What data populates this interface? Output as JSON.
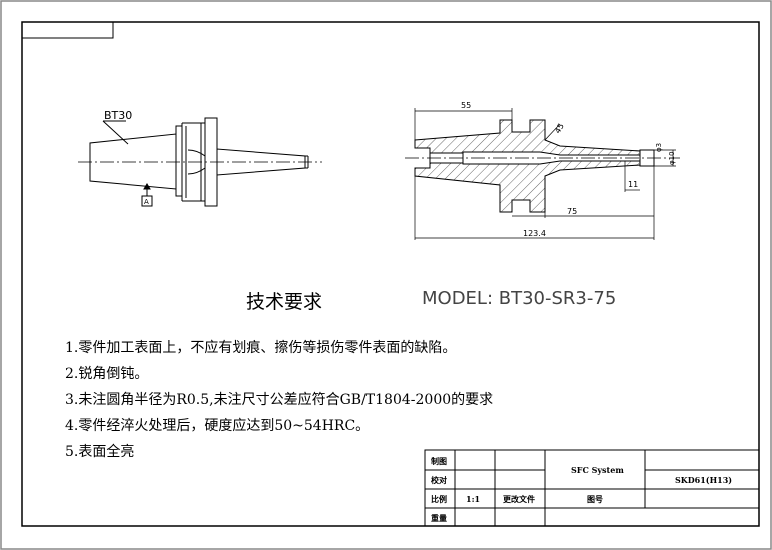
{
  "left_view": {
    "taper_label": "BT30",
    "datum_label": "A"
  },
  "section_view": {
    "dims": {
      "top_len": "55",
      "angle": "45",
      "small_dia": "φ3",
      "large_dia": "φ10",
      "tip_len": "11",
      "mid_len": "75",
      "overall_len": "123.4"
    }
  },
  "requirements": {
    "title": "技术要求",
    "model": "MODEL: BT30-SR3-75",
    "items": [
      "1.零件加工表面上，不应有划痕、擦伤等损伤零件表面的缺陷。",
      "2.锐角倒钝。",
      "3.未注圆角半径为R0.5,未注尺寸公差应符合GB/T1804-2000的要求",
      "4.零件经淬火处理后，硬度应达到50~54HRC。",
      "5.表面全亮"
    ]
  },
  "title_block": {
    "row_labels": [
      "制图",
      "校对",
      "比例",
      "重量"
    ],
    "scale": "1:1",
    "replace_file": "更改文件",
    "company": "SFC System",
    "drawing_no_label": "图号",
    "material": "SKD61(H13)"
  }
}
